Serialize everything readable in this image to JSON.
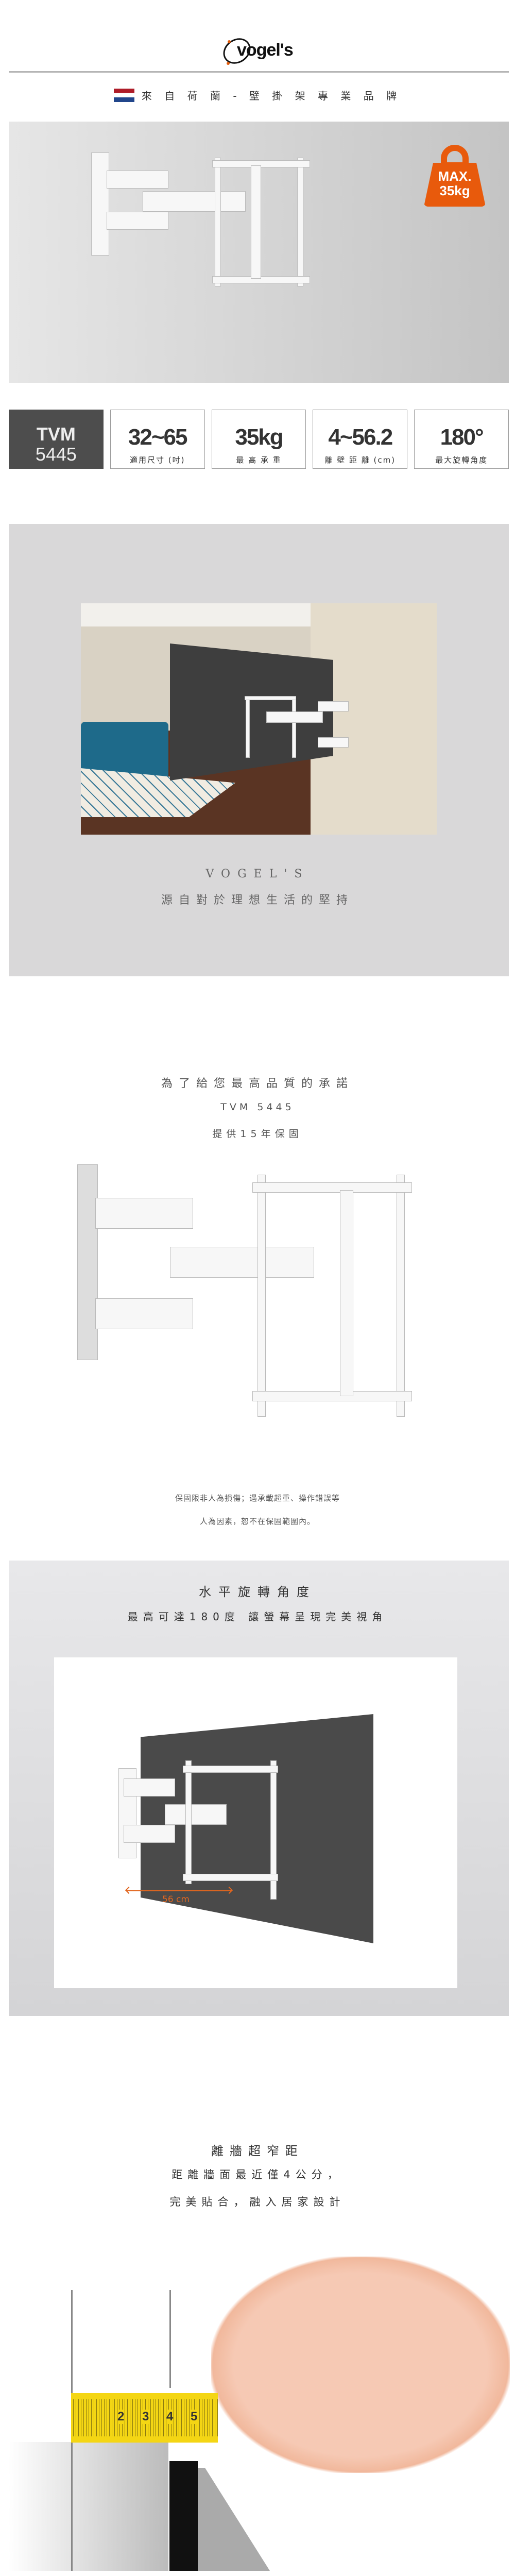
{
  "header": {
    "brand": "vogel's",
    "tagline": "來 自 荷 蘭  -  壁 掛 架 專 業 品 牌",
    "flag_icon": "netherlands-flag"
  },
  "hero": {
    "badge_line1": "MAX.",
    "badge_line2": "35kg",
    "badge_color": "#e85a0c"
  },
  "specs": {
    "model_line1": "TVM",
    "model_line2": "5445",
    "items": [
      {
        "value": "32~65",
        "label": "適用尺寸 (吋)"
      },
      {
        "value": "35kg",
        "label": "最 高 承 重"
      },
      {
        "value": "4~56.2",
        "label": "離 壁 距 離 (cm)"
      },
      {
        "value": "180°",
        "label": "最大旋轉角度"
      }
    ]
  },
  "lifestyle": {
    "brand": "VOGEL'S",
    "slogan": "源自對於理想生活的堅持"
  },
  "warranty": {
    "title": "為了給您最高品質的承諾",
    "model": "TVM 5445",
    "years": "提供15年保固",
    "disclaimer_line1": "保固限非人為損傷；遇承載超重、操作錯誤等",
    "disclaimer_line2": "人為因素，恕不在保固範圍內。"
  },
  "rotation": {
    "title": "水平旋轉角度",
    "subtitle": "最高可達180度  讓螢幕呈現完美視角",
    "distance_label": "56 cm",
    "accent": "#e2661f"
  },
  "slim": {
    "title": "離牆超窄距",
    "line1": "距離牆面最近僅4公分，",
    "line2": "完美貼合，融入居家設計",
    "tape_numbers": [
      "2",
      "3",
      "4",
      "5"
    ]
  }
}
